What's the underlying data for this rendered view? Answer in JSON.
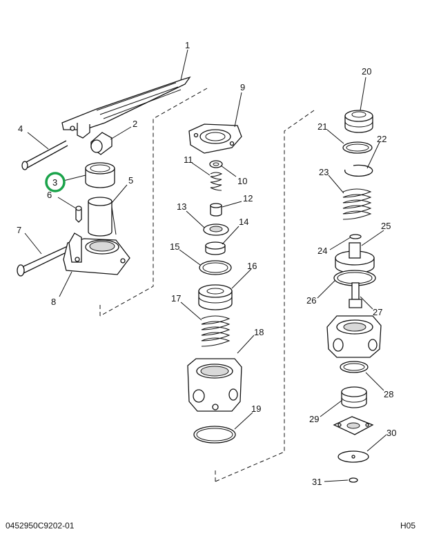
{
  "callouts": [
    "1",
    "2",
    "3",
    "4",
    "5",
    "6",
    "7",
    "8",
    "9",
    "10",
    "11",
    "12",
    "13",
    "14",
    "15",
    "16",
    "17",
    "18",
    "19",
    "20",
    "21",
    "22",
    "23",
    "24",
    "25",
    "26",
    "27",
    "28",
    "29",
    "30",
    "31"
  ],
  "highlighted_callout": "3",
  "highlight_color": "#1aa34a",
  "footer": {
    "drawing_number": "0452950C9202-01",
    "sheet_code": "H05"
  }
}
